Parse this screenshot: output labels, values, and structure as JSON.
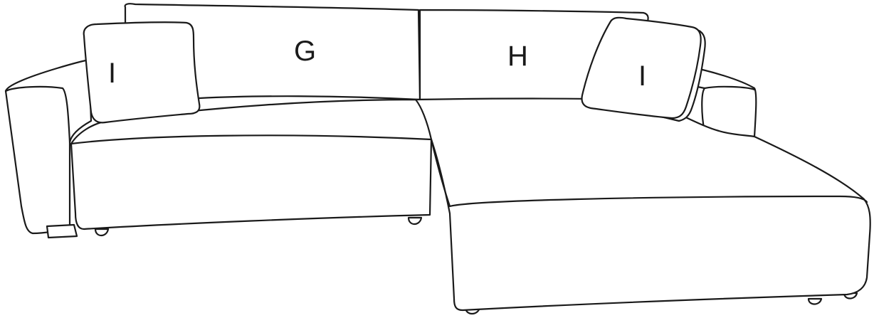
{
  "labels": {
    "left_pillow": "I",
    "left_back_cushion": "G",
    "right_back_cushion": "H",
    "right_pillow": "I"
  },
  "colors": {
    "line": "#1a1a1a",
    "fill": "#ffffff"
  }
}
